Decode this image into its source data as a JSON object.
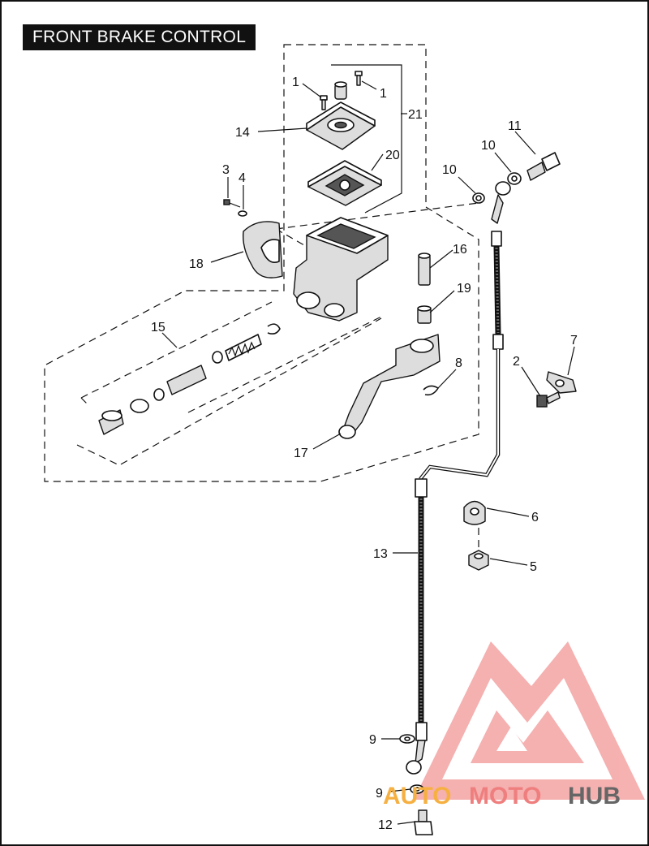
{
  "title": "FRONT BRAKE CONTROL",
  "watermark": {
    "text_auto": "AUTO",
    "text_moto": "MOTO",
    "text_hub": "HUB",
    "colors": {
      "auto": "#f6b042",
      "moto": "#ef7f7f",
      "hub": "#666666",
      "logo": "#ef7f7f"
    }
  },
  "callouts": [
    "1",
    "1",
    "21",
    "14",
    "20",
    "11",
    "10",
    "10",
    "3",
    "4",
    "16",
    "18",
    "19",
    "15",
    "7",
    "2",
    "8",
    "17",
    "6",
    "5",
    "13",
    "9",
    "9",
    "12"
  ]
}
